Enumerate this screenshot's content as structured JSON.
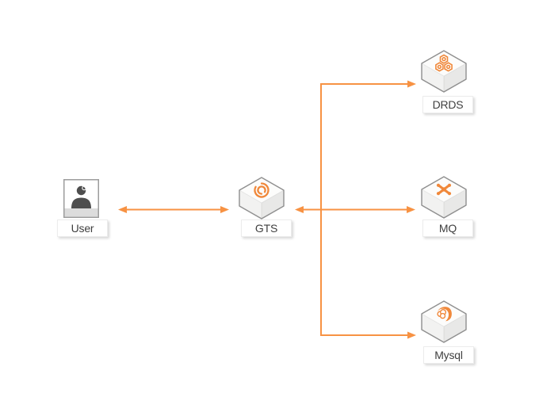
{
  "diagram": {
    "kind": "architecture-diagram",
    "background_color": "#ffffff",
    "connector_color": "#f79243",
    "glyph_color": "#f0883a",
    "box_border_color": "#8f8f8f",
    "label_text_color": "#3f3f3f",
    "nodes": [
      {
        "id": "user",
        "label": "User",
        "icon": "user-card-icon"
      },
      {
        "id": "gts",
        "label": "GTS",
        "icon": "swirl-cube-icon"
      },
      {
        "id": "drds",
        "label": "DRDS",
        "icon": "hexagon-cluster-cube-icon"
      },
      {
        "id": "mq",
        "label": "MQ",
        "icon": "hub-x-cube-icon"
      },
      {
        "id": "mysql",
        "label": "Mysql",
        "icon": "dolphin-cube-icon"
      }
    ],
    "connections": [
      {
        "from": "User",
        "to": "GTS",
        "direction": "bidirectional"
      },
      {
        "from": "GTS",
        "to": "MQ",
        "direction": "bidirectional"
      },
      {
        "from": "GTS",
        "to": "DRDS",
        "direction": "one-way"
      },
      {
        "from": "GTS",
        "to": "Mysql",
        "direction": "one-way"
      }
    ]
  }
}
